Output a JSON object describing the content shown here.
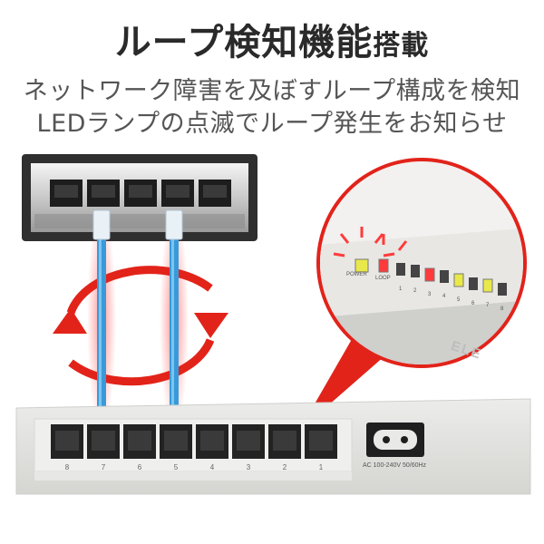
{
  "headline": {
    "main": "ループ検知機能",
    "suffix": "搭載"
  },
  "subtitle": {
    "line1": "ネットワーク障害を及ぼすループ構成を検知",
    "line2": "LEDランプの点滅でループ発生をお知らせ"
  },
  "switch": {
    "port_numbers": [
      "8",
      "7",
      "6",
      "5",
      "4",
      "3",
      "2",
      "1"
    ],
    "power_label": "AC 100-240V 50/60Hz"
  },
  "zoom": {
    "power_led_label": "POWER",
    "loop_led_label": "LOOP",
    "led_numbers": [
      "1",
      "2",
      "3",
      "4",
      "5",
      "6",
      "7",
      "8"
    ],
    "brand_partial": "ELE"
  },
  "colors": {
    "loop_arrow": "#e2231a",
    "cable": "#3a9ad9",
    "led_red": "#ff3b3b",
    "led_yellow": "#e8e84a"
  }
}
